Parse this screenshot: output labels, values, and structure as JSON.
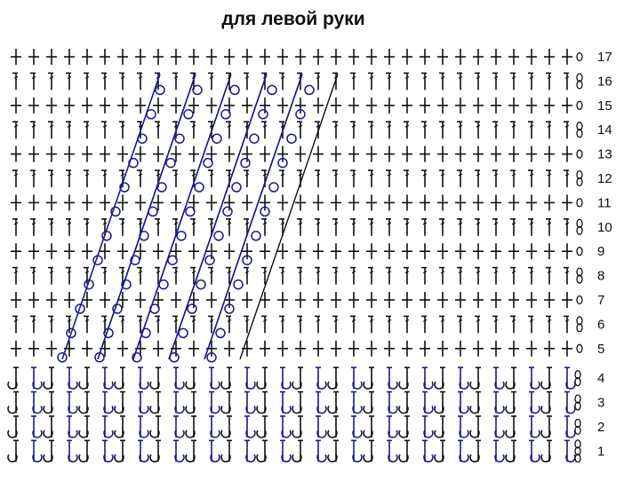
{
  "title": "для левой руки",
  "row_numbers": [
    "17",
    "16",
    "15",
    "14",
    "13",
    "12",
    "11",
    "10",
    "9",
    "8",
    "7",
    "6",
    "5",
    "4",
    "3",
    "2",
    "1"
  ],
  "colors": {
    "ink": "#111111",
    "accent": "#1a1a8c"
  },
  "symbols": {
    "single_crochet": "cross-stitch-icon",
    "double_crochet": "vertical-stitch-icon",
    "chain": "chain-loop-icon",
    "front_post": "hook-loop-icon"
  }
}
